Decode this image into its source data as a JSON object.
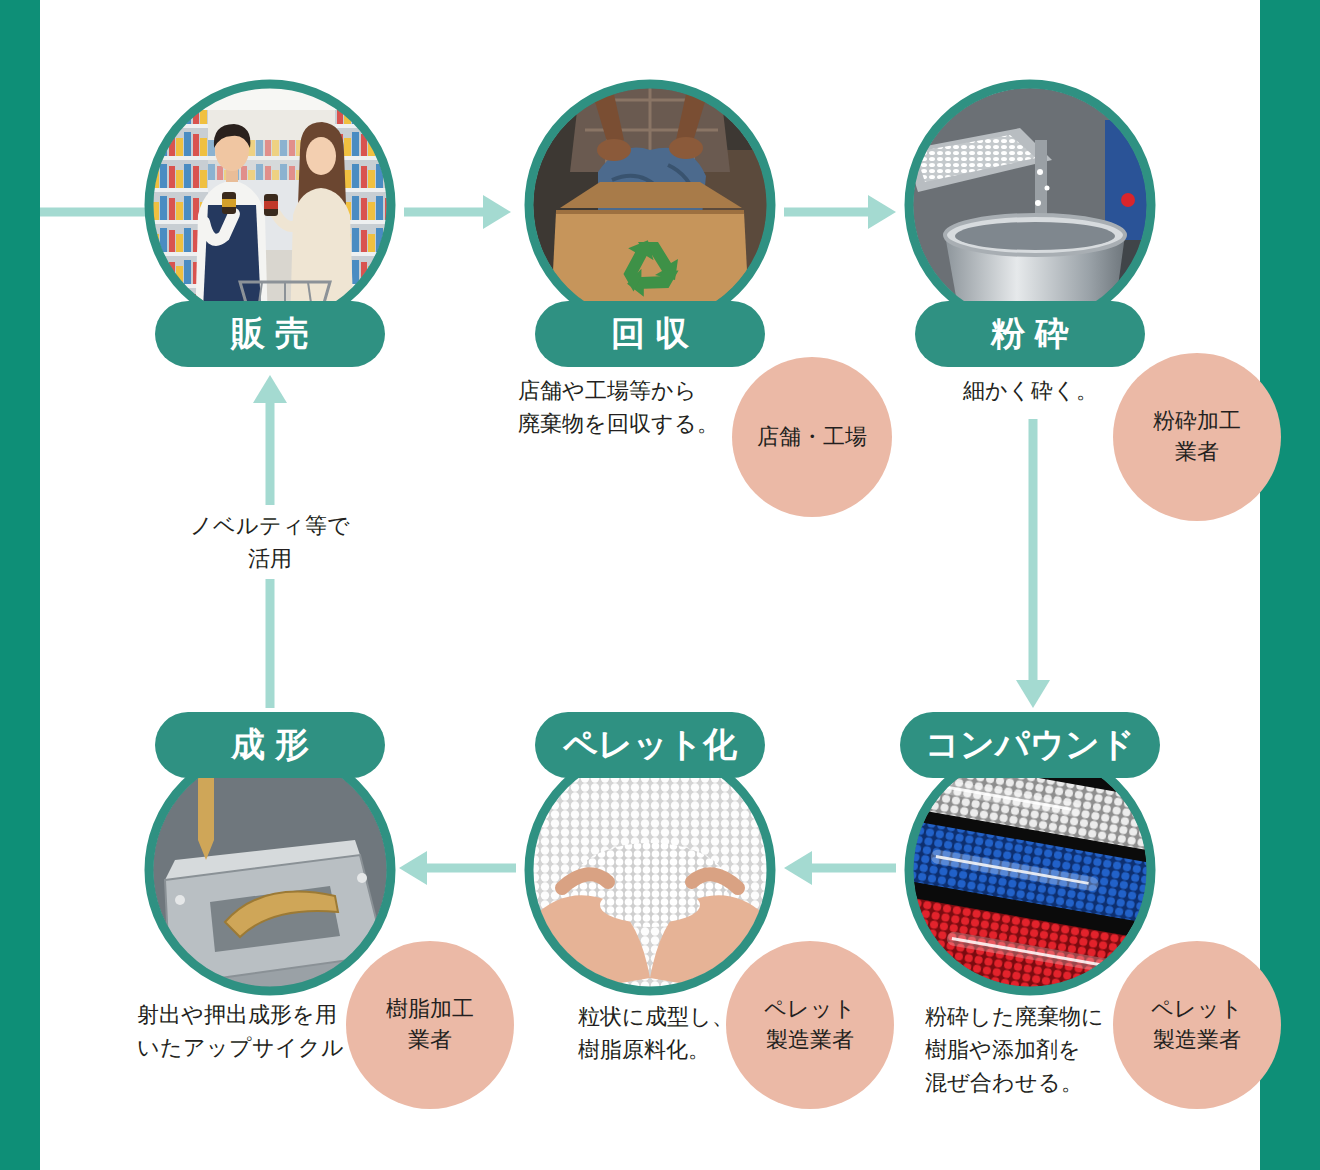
{
  "diagram": {
    "nodes": [
      {
        "text": [
          "販売"
        ]
      },
      {
        "text": [
          "回収",
          "店舗や工場等から 廃棄物を回収する。"
        ]
      },
      {
        "text": [
          "店舗・工場"
        ]
      },
      {
        "text": [
          "粉砕",
          "細かく砕く。"
        ]
      },
      {
        "text": [
          "粉砕加工 業者"
        ]
      },
      {
        "text": [
          "コンパウンド",
          "粉砕した廃棄物に 樹脂や添加剤を 混ぜ合わせる。"
        ]
      },
      {
        "text": [
          "ペレット 製造業者"
        ]
      },
      {
        "text": [
          "ペレット化",
          "粒状に成型し、 樹脂原料化。"
        ]
      },
      {
        "text": [
          "ペレット 製造業者"
        ]
      },
      {
        "text": [
          "成形",
          "射出や押出成形を用 いたアップサイクル"
        ]
      },
      {
        "text": [
          "樹脂加工 業者"
        ]
      }
    ],
    "edges": [
      {
        "from": 0,
        "to": 1,
        "arrow": "to"
      },
      {
        "from": 1,
        "to": 3,
        "arrow": "to"
      },
      {
        "from": 3,
        "to": 5,
        "arrow": "to"
      },
      {
        "from": 5,
        "to": 7,
        "arrow": "to"
      },
      {
        "from": 7,
        "to": 9,
        "arrow": "to"
      },
      {
        "from": 9,
        "to": 0,
        "label": "ノベルティ等で 活用",
        "arrow": "to"
      }
    ]
  }
}
